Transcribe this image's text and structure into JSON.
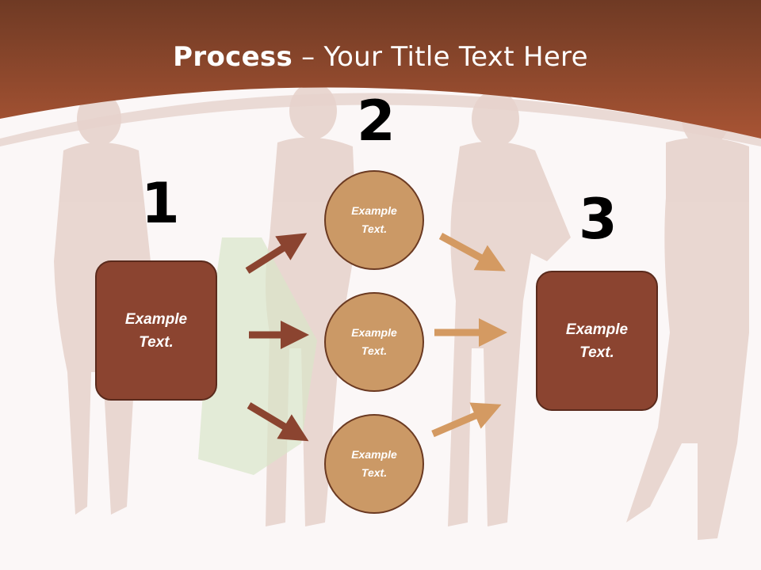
{
  "title": {
    "bold": "Process",
    "rest": " – Your Title Text Here"
  },
  "steps": {
    "one": "1",
    "two": "2",
    "three": "3"
  },
  "box_left": {
    "text": "Example Text."
  },
  "circles": [
    {
      "text": "Example Text."
    },
    {
      "text": "Example Text."
    },
    {
      "text": "Example Text."
    }
  ],
  "box_right": {
    "text": "Example Text."
  },
  "colors": {
    "header": "#9a4a30",
    "box_fill": "#8b4430",
    "circle_fill": "#cb9966",
    "arrow_dark": "#8b4430",
    "arrow_light": "#d49a62"
  }
}
